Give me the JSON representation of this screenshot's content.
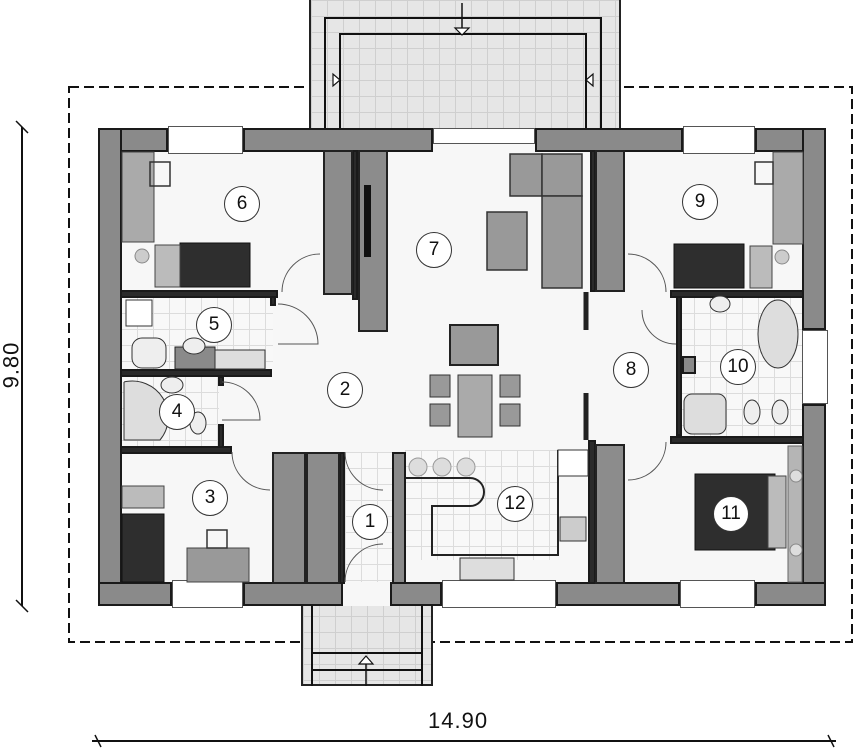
{
  "plan": {
    "title": "Single-storey house floor plan",
    "dimensions": {
      "width_label": "14.90",
      "height_label": "9.80",
      "unit": "m"
    },
    "rooms": [
      {
        "number": "1",
        "type": "vestibule"
      },
      {
        "number": "2",
        "type": "hall"
      },
      {
        "number": "3",
        "type": "bedroom"
      },
      {
        "number": "4",
        "type": "wc"
      },
      {
        "number": "5",
        "type": "utility-room"
      },
      {
        "number": "6",
        "type": "bedroom"
      },
      {
        "number": "7",
        "type": "living-room"
      },
      {
        "number": "8",
        "type": "corridor"
      },
      {
        "number": "9",
        "type": "bedroom"
      },
      {
        "number": "10",
        "type": "bathroom"
      },
      {
        "number": "11",
        "type": "master-bedroom"
      },
      {
        "number": "12",
        "type": "kitchen"
      }
    ],
    "colors": {
      "wall": "#8a8a8a",
      "wall_outline": "#1a1a1a",
      "floor": "#f7f7f7",
      "terrace": "#e6e6e6",
      "bed_cover": "#2e2e2e"
    }
  }
}
